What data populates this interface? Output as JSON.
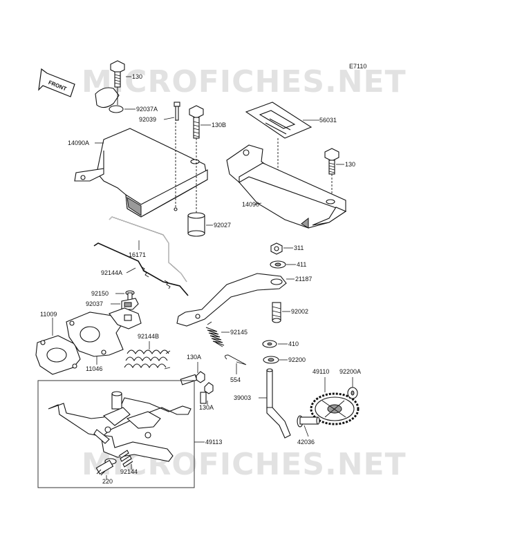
{
  "diagram": {
    "code": "E7110",
    "front_label": "FRONT",
    "watermark": "MICROFICHES.NET",
    "callouts": {
      "p130_top": "130",
      "p92037A": "92037A",
      "p92039": "92039",
      "p130B": "130B",
      "p14090A": "14090A",
      "p56031": "56031",
      "p130_right": "130",
      "p14090": "14090",
      "p92027": "92027",
      "p16171": "16171",
      "p92144A": "92144A",
      "p311": "311",
      "p411": "411",
      "p21187": "21187",
      "p92150": "92150",
      "p92037": "92037",
      "p92002": "92002",
      "p11009": "11009",
      "p92145": "92145",
      "p92144B": "92144B",
      "p410": "410",
      "p11046": "11046",
      "p130A_1": "130A",
      "p92200": "92200",
      "p554": "554",
      "p49110": "49110",
      "p92200A": "92200A",
      "p39003": "39003",
      "p130A_2": "130A",
      "p49113": "49113",
      "p42036": "42036",
      "p92144": "92144",
      "p220": "220"
    }
  }
}
